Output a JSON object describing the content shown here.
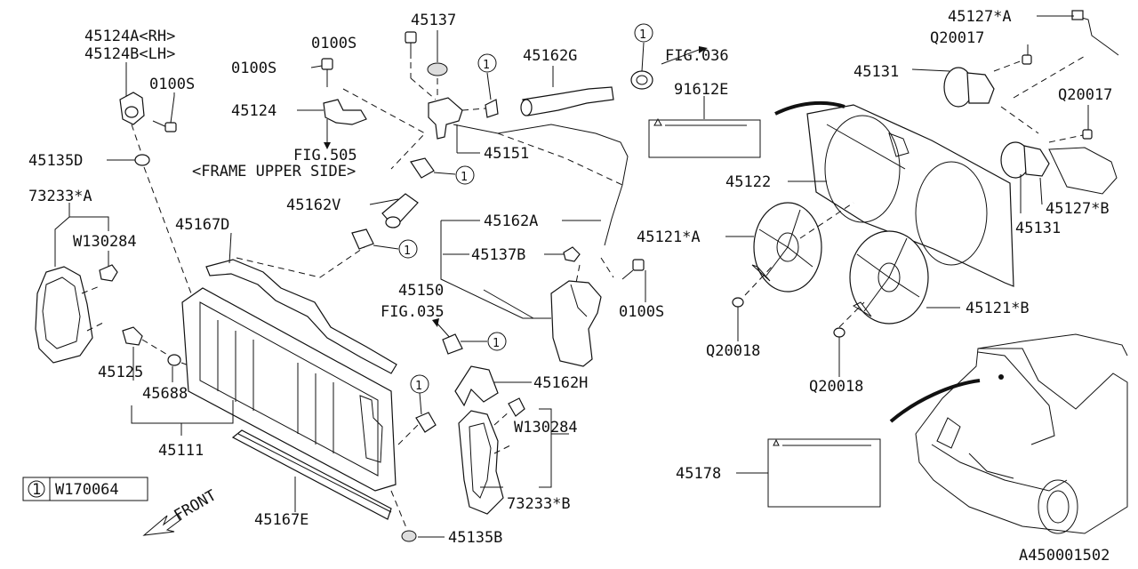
{
  "diagram": {
    "labels": {
      "p45124a": "45124A<RH>",
      "p45124b": "45124B<LH>",
      "p0100s_a": "0100S",
      "p45135d": "45135D",
      "p73233a": "73233*A",
      "p45167d": "45167D",
      "pw130284_a": "W130284",
      "p45125": "45125",
      "p45688": "45688",
      "p45111": "45111",
      "legend_part": "W170064",
      "legend_circle": "1",
      "front": "FRONT",
      "p45167e": "45167E",
      "p45135b": "45135B",
      "p0100s_b": "0100S",
      "p0100s_c": "0100S",
      "p45137": "45137",
      "p45124": "45124",
      "fig505": "FIG.505",
      "frame_upper": "<FRAME UPPER SIDE>",
      "p45151": "45151",
      "p45162v": "45162V",
      "p45162g": "45162G",
      "fig036": "FIG.036",
      "p91612e": "91612E",
      "p45162a": "45162A",
      "p45137b": "45137B",
      "p45150": "45150",
      "p0100s_d": "0100S",
      "fig035": "FIG.035",
      "p45162h": "45162H",
      "pw130284_b": "W130284",
      "p73233b": "73233*B",
      "p45127a": "45127*A",
      "q20017_a": "Q20017",
      "p45131_a": "45131",
      "q20017_b": "Q20017",
      "p45122": "45122",
      "p45127b": "45127*B",
      "p45131_b": "45131",
      "p45121a": "45121*A",
      "p45121b": "45121*B",
      "q20018_a": "Q20018",
      "q20018_b": "Q20018",
      "p45178": "45178",
      "diagram_id": "A450001502",
      "callout1": "1",
      "callout2": "1",
      "callout3": "1",
      "callout4": "1",
      "callout5": "1",
      "callout6": "1"
    }
  }
}
